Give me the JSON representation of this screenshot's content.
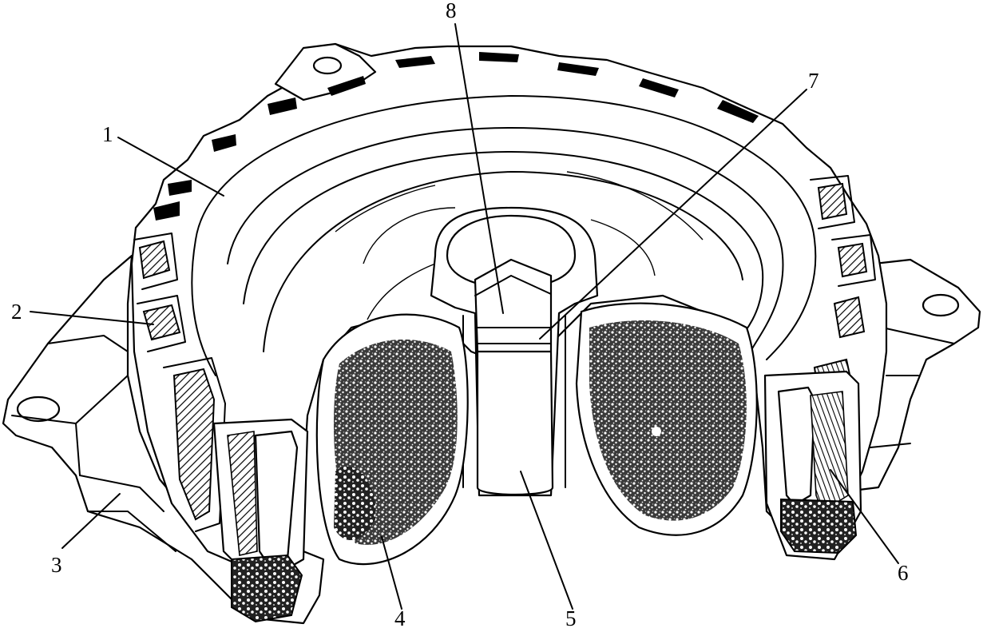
{
  "diagram": {
    "callouts": [
      {
        "id": "1",
        "text": "1"
      },
      {
        "id": "2",
        "text": "2"
      },
      {
        "id": "3",
        "text": "3"
      },
      {
        "id": "4",
        "text": "4"
      },
      {
        "id": "5",
        "text": "5"
      },
      {
        "id": "6",
        "text": "6"
      },
      {
        "id": "7",
        "text": "7"
      },
      {
        "id": "8",
        "text": "8"
      }
    ]
  }
}
